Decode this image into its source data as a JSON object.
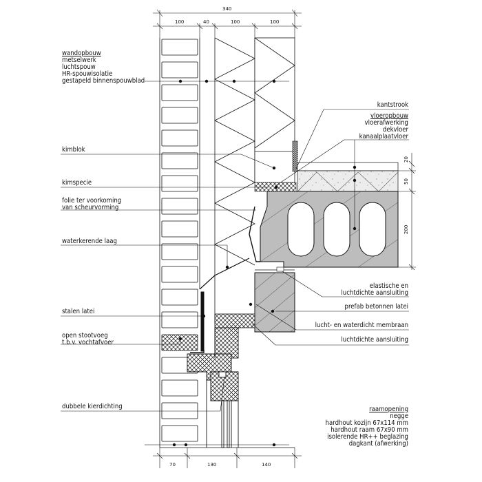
{
  "labels_left": {
    "wall_build": [
      "wandopbouw",
      "metselwerk",
      "luchtspouw",
      "HR-spouwisolatie",
      "gestapeld binnenspouwblad"
    ],
    "kimblok": "kimblok",
    "kimspecie": "kimspecie",
    "folie": [
      "folie ter voorkoming",
      "van scheurvorming"
    ],
    "waterkerende": "waterkerende laag",
    "stalen_latei": "stalen latei",
    "stootvoeg": [
      "open stootvoeg",
      "t.b.v. vochtafvoer"
    ],
    "kierdichting": "dubbele kierdichting"
  },
  "labels_right": {
    "kantstrook": "kantstrook",
    "floor_build": [
      "vloeropbouw",
      "vloerafwerking",
      "dekvloer",
      "kanaalplaatvloer"
    ],
    "elastische": [
      "elastische en",
      "luchtdichte aansluiting"
    ],
    "prefab_latei": "prefab betonnen latei",
    "membraan": "lucht- en waterdicht membraan",
    "luchtdichte": "luchtdichte aansluiting",
    "opening": [
      "raamopening",
      "negge",
      "hardhout kozijn 67x114 mm",
      "hardhout raam 67x90 mm",
      "isolerende HR++ beglazing",
      "dagkant (afwerking)"
    ]
  },
  "dimensions": {
    "top_total": "340",
    "top": [
      "100",
      "40",
      "100",
      "100"
    ],
    "bottom": [
      "70",
      "130",
      "140"
    ],
    "right": [
      "20",
      "50",
      "200"
    ]
  },
  "colors": {
    "line": "#111111",
    "concrete": "#bdbdbd",
    "screed": "#e6e6e6",
    "background": "#ffffff"
  }
}
